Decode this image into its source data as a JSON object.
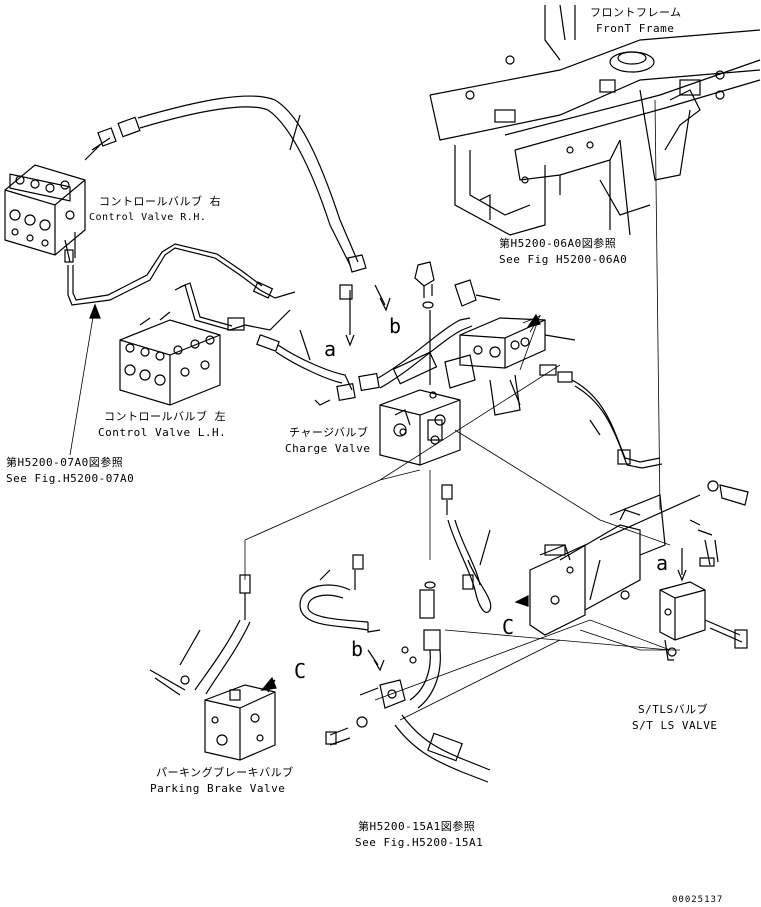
{
  "labels": {
    "front_frame_jp": "フロントフレーム",
    "front_frame_en": "FronT Frame",
    "control_valve_rh_jp": "コントロールバルブ 右",
    "control_valve_rh_en": "Control Valve R.H.",
    "see_06a0_jp": "第H5200-06A0図参照",
    "see_06a0_en": "See Fig H5200-06A0",
    "control_valve_lh_jp": "コントロールバルブ 左",
    "control_valve_lh_en": "Control Valve L.H.",
    "charge_valve_jp": "チャージバルブ",
    "charge_valve_en": "Charge Valve",
    "see_07a0_jp": "第H5200-07A0図参照",
    "see_07a0_en": "See Fig.H5200-07A0",
    "st_ls_valve_jp": "S/TLSバルブ",
    "st_ls_valve_en": "S/T LS VALVE",
    "parking_brake_jp": "パーキングブレーキバルブ",
    "parking_brake_en": "Parking Brake Valve",
    "see_15a1_jp": "第H5200-15A1図参照",
    "see_15a1_en": "See Fig.H5200-15A1",
    "drawing_number": "00025137"
  },
  "callouts": {
    "a_hose": "a",
    "a_stls": "a",
    "b_hose": "b",
    "b_block": "b",
    "c_brake": "C",
    "c_bracket": "C"
  }
}
